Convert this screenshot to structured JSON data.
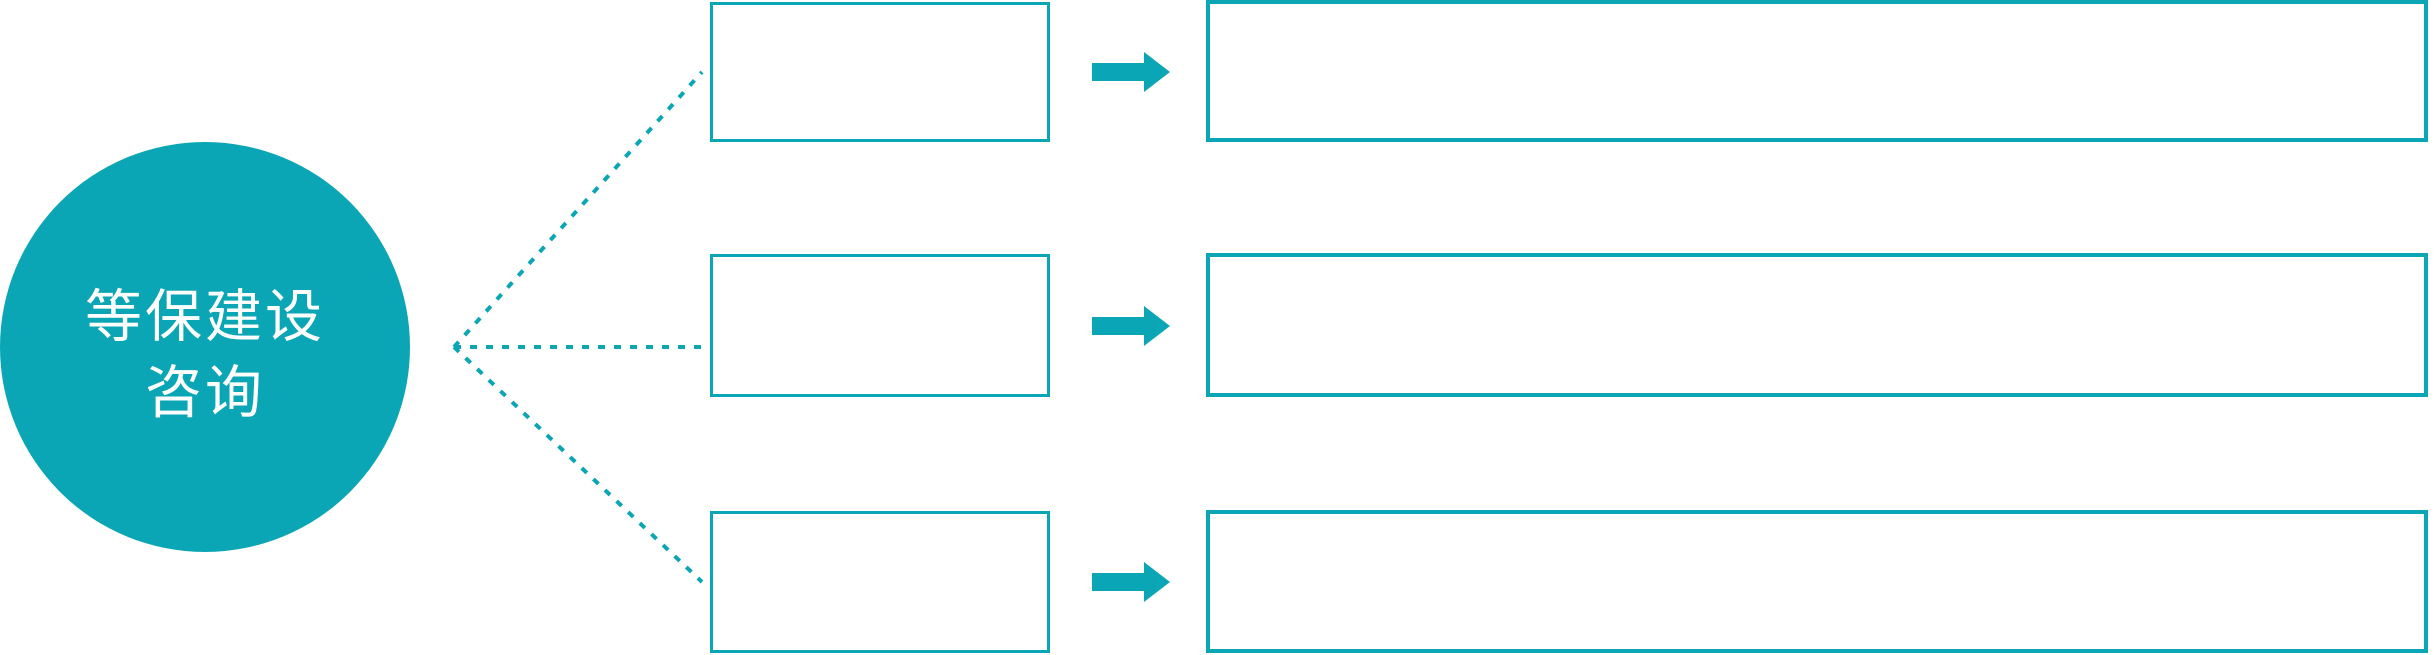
{
  "colors": {
    "accent": "#0BA6B5",
    "background": "#FFFFFF",
    "circle_text": "#FFFFFF"
  },
  "circle": {
    "lines": [
      "等保建设",
      "咨询"
    ]
  },
  "rows": [
    {
      "small_box": "",
      "large_box": ""
    },
    {
      "small_box": "",
      "large_box": ""
    },
    {
      "small_box": "",
      "large_box": ""
    }
  ],
  "icons": {
    "arrow": "right-block-arrow",
    "connector": "dotted-line"
  }
}
